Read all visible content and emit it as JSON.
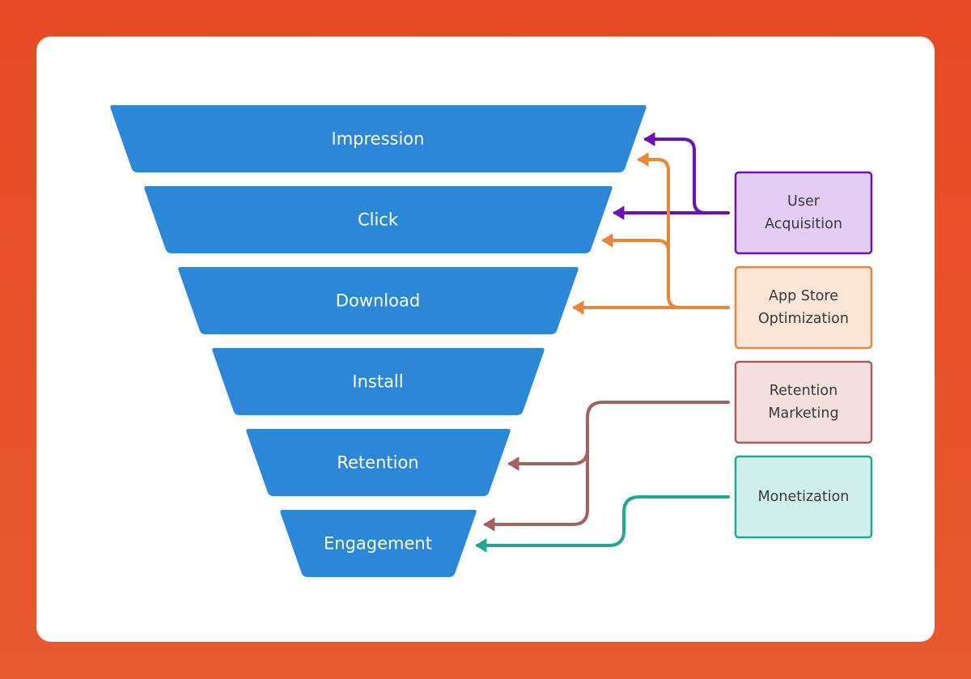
{
  "funnel": {
    "color": "#2d87d8",
    "layers": [
      "Impression",
      "Click",
      "Download",
      "Install",
      "Retention",
      "Engagement"
    ]
  },
  "strategies": [
    {
      "lines": [
        "User",
        "Acquisition"
      ],
      "stroke": "#6a12b8",
      "fill": "#e3cdf5"
    },
    {
      "lines": [
        "App Store",
        "Optimization"
      ],
      "stroke": "#e8873a",
      "fill": "#fbe5d6"
    },
    {
      "lines": [
        "Retention",
        "Marketing"
      ],
      "stroke": "#a3625f",
      "fill": "#f2dfde"
    },
    {
      "lines": [
        "Monetization"
      ],
      "stroke": "#1fa892",
      "fill": "#d1efeb"
    }
  ]
}
